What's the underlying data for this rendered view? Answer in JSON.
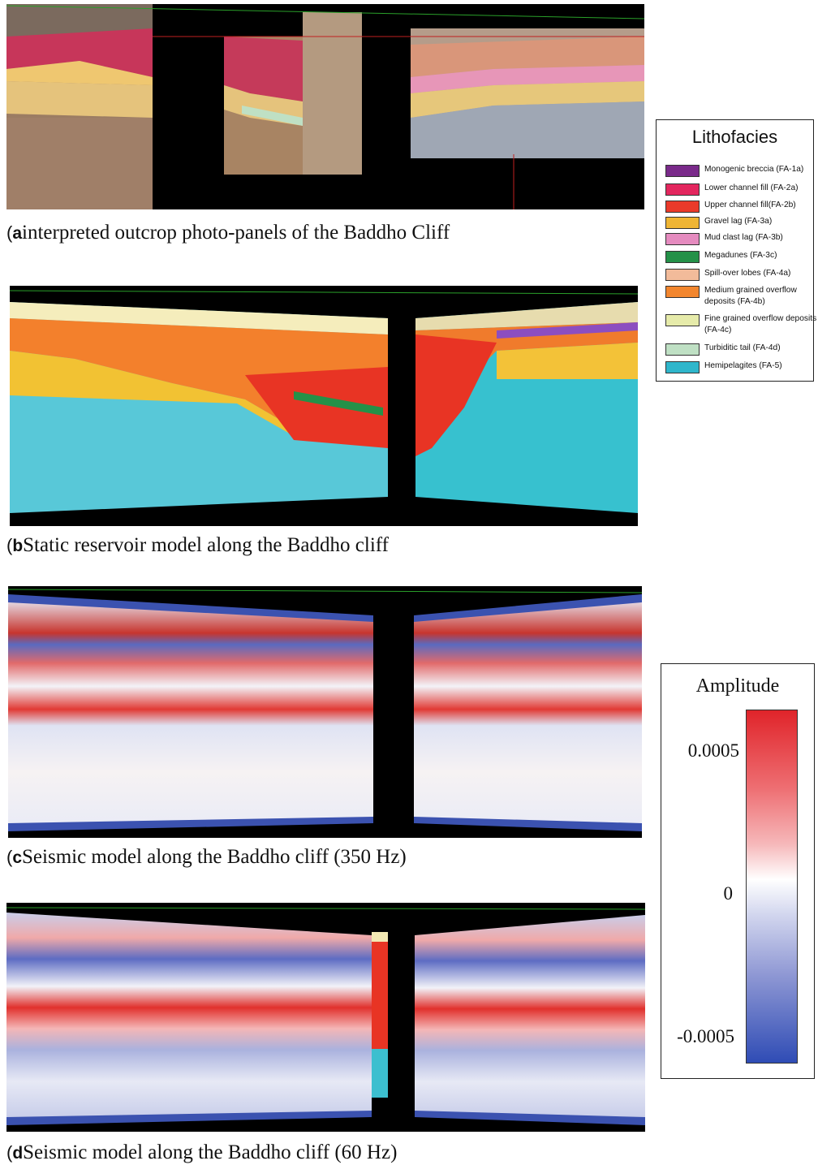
{
  "captions": {
    "a": {
      "label": "a",
      "text": "interpreted outcrop photo-panels of the Baddho Cliff"
    },
    "b": {
      "label": "b",
      "text": "Static reservoir model along the Baddho cliff"
    },
    "c": {
      "label": "c",
      "text": "Seismic model along the Baddho cliff (350 Hz)"
    },
    "d": {
      "label": "d",
      "text": "Seismic model along the Baddho cliff (60 Hz)"
    }
  },
  "legend": {
    "title": "Lithofacies",
    "items": [
      {
        "label": "Monogenic breccia (FA-1a)",
        "color": "#7a2a8a"
      },
      {
        "label": "Lower channel fill (FA-2a)",
        "color": "#e3265e"
      },
      {
        "label": "Upper channel fill(FA-2b)",
        "color": "#ea3a2a"
      },
      {
        "label": "Gravel lag (FA-3a)",
        "color": "#efb534"
      },
      {
        "label": "Mud clast lag (FA-3b)",
        "color": "#e58bbf"
      },
      {
        "label": "Megadunes (FA-3c)",
        "color": "#249148"
      },
      {
        "label": "Spill-over lobes (FA-4a)",
        "color": "#f2bb9a"
      },
      {
        "label": "Medium grained overflow deposits (FA-4b)",
        "color": "#f2862e"
      },
      {
        "label": "Fine grained overflow deposits (FA-4c)",
        "color": "#e6ebaa"
      },
      {
        "label": "Turbiditic tail (FA-4d)",
        "color": "#bfe0c4"
      },
      {
        "label": "Hemipelagites (FA-5)",
        "color": "#2fb6cb"
      }
    ]
  },
  "amplitude": {
    "title": "Amplitude",
    "ticks": [
      "0.0005",
      "0",
      "-0.0005"
    ]
  }
}
